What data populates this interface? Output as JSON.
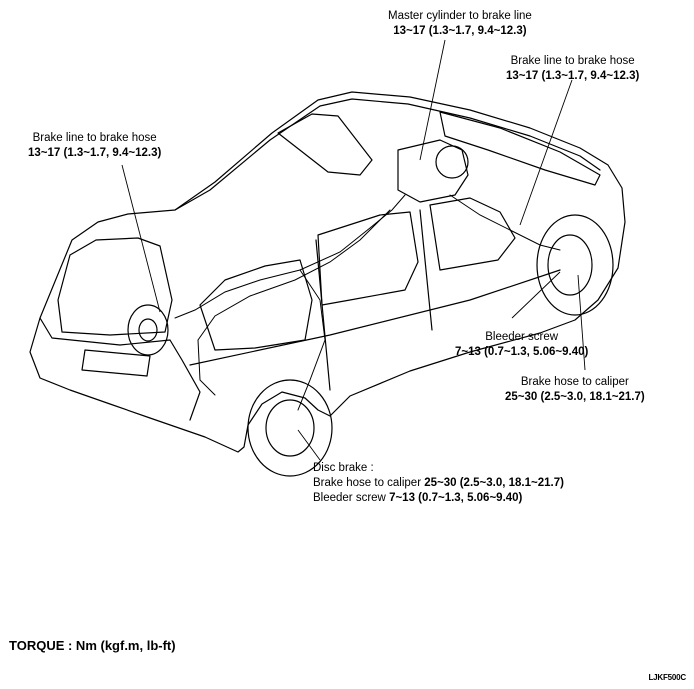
{
  "callouts": {
    "master_cylinder": {
      "title": "Master cylinder to brake line",
      "value": "13~17 (1.3~1.7, 9.4~12.3)"
    },
    "hose_front_right": {
      "title": "Brake line to brake hose",
      "value": "13~17 (1.3~1.7, 9.4~12.3)"
    },
    "hose_left": {
      "title": "Brake line to brake hose",
      "value": "13~17 (1.3~1.7, 9.4~12.3)"
    },
    "bleeder_screw": {
      "title": "Bleeder screw",
      "value": "7~13 (0.7~1.3, 5.06~9.40)"
    },
    "hose_to_caliper": {
      "title": "Brake hose to caliper",
      "value": "25~30 (2.5~3.0, 18.1~21.7)"
    },
    "disc_brake": {
      "title": "Disc brake :",
      "line1_label": "Brake hose to caliper ",
      "line1_value": "25~30 (2.5~3.0, 18.1~21.7)",
      "line2_label": "Bleeder screw ",
      "line2_value": "7~13 (0.7~1.3, 5.06~9.40)"
    }
  },
  "torque_units": "TORQUE : Nm (kgf.m, lb-ft)",
  "figure_code": "LJKF500C"
}
